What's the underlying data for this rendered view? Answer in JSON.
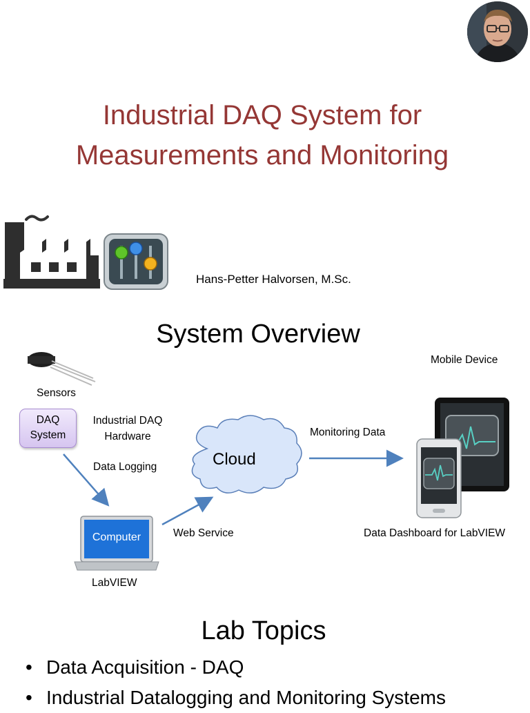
{
  "title_lines": [
    "Industrial DAQ System for",
    "Measurements and Monitoring"
  ],
  "author": "Hans-Petter Halvorsen, M.Sc.",
  "overview": {
    "heading": "System Overview",
    "sensors_label": "Sensors",
    "daq_box": [
      "DAQ",
      "System"
    ],
    "daq_hardware_label": [
      "Industrial DAQ",
      "Hardware"
    ],
    "data_logging_label": "Data Logging",
    "cloud_label": "Cloud",
    "monitoring_data_label": "Monitoring Data",
    "mobile_device_label": "Mobile Device",
    "computer_screen_label": "Computer",
    "web_service_label": "Web Service",
    "labview_label": "LabVIEW",
    "dashboard_label": "Data Dashboard for LabVIEW"
  },
  "lab": {
    "heading": "Lab Topics",
    "bullet": "•",
    "topics": [
      "Data Acquisition - DAQ",
      "Industrial Datalogging and Monitoring Systems"
    ]
  },
  "colors": {
    "title": "#953735",
    "arrow": "#4f81bd",
    "cloud_fill": "#d9e6fa"
  }
}
